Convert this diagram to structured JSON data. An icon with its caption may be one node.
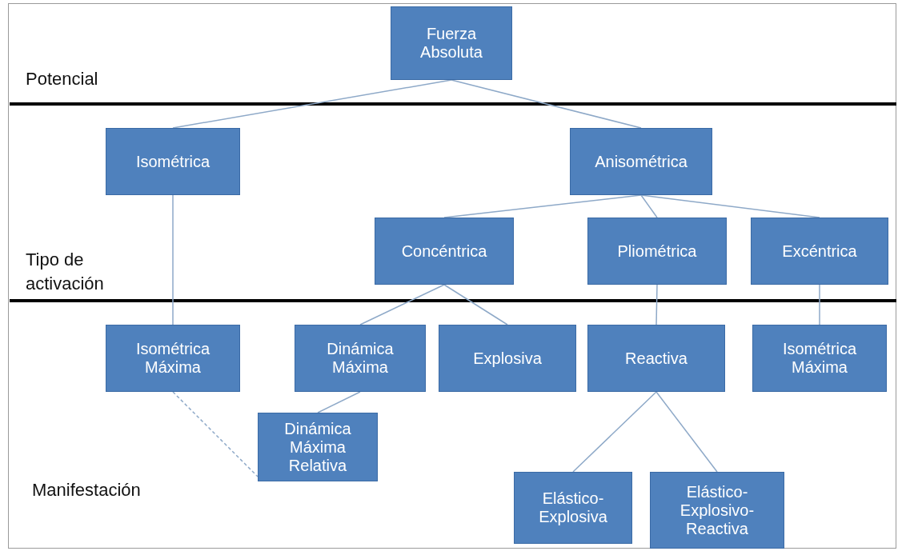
{
  "diagram": {
    "nodes": [
      {
        "text": [
          "Fuerza Absoluta"
        ]
      },
      {
        "text": [
          "Isométrica"
        ]
      },
      {
        "text": [
          "Anisométrica"
        ]
      },
      {
        "text": [
          "Concéntrica"
        ]
      },
      {
        "text": [
          "Pliométrica"
        ]
      },
      {
        "text": [
          "Excéntrica"
        ]
      },
      {
        "text": [
          "Isométrica Máxima"
        ]
      },
      {
        "text": [
          "Dinámica Máxima"
        ]
      },
      {
        "text": [
          "Explosiva"
        ]
      },
      {
        "text": [
          "Reactiva"
        ]
      },
      {
        "text": [
          "Isométrica Máxima"
        ]
      },
      {
        "text": [
          "Dinámica Máxima Relativa"
        ]
      },
      {
        "text": [
          "Elástico- Explosiva"
        ]
      },
      {
        "text": [
          "Elástico- Explosivo- Reactiva"
        ]
      }
    ],
    "edges": [
      {
        "from": 0,
        "to": 1,
        "arrow": "none"
      },
      {
        "from": 0,
        "to": 2,
        "arrow": "none"
      },
      {
        "from": 2,
        "to": 3,
        "arrow": "none"
      },
      {
        "from": 2,
        "to": 4,
        "arrow": "none"
      },
      {
        "from": 2,
        "to": 5,
        "arrow": "none"
      },
      {
        "from": 1,
        "to": 6,
        "arrow": "none"
      },
      {
        "from": 3,
        "to": 7,
        "arrow": "none"
      },
      {
        "from": 3,
        "to": 8,
        "arrow": "none"
      },
      {
        "from": 4,
        "to": 9,
        "arrow": "none"
      },
      {
        "from": 5,
        "to": 10,
        "arrow": "none"
      },
      {
        "from": 7,
        "to": 11,
        "arrow": "none"
      },
      {
        "from": 6,
        "to": 11,
        "arrow": "none",
        "style": "dashed"
      },
      {
        "from": 9,
        "to": 12,
        "arrow": "none"
      },
      {
        "from": 9,
        "to": 13,
        "arrow": "none"
      }
    ],
    "labels": [
      "Potencial",
      "Tipo de activación",
      "Manifestación"
    ]
  }
}
